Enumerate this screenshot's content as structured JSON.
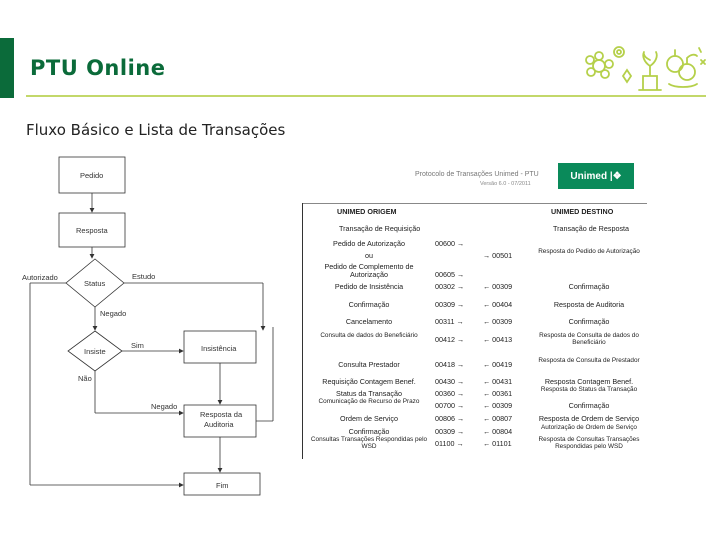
{
  "slide": {
    "title": "PTU Online",
    "subtitle": "Fluxo Básico e Lista de Transações"
  },
  "colors": {
    "accent": "#0b6b3a",
    "rule": "#c3d86a",
    "logo": "#0a8a5a"
  },
  "flowchart": {
    "pedido": "Pedido",
    "resposta": "Resposta",
    "status": "Status",
    "autorizado": "Autorizado",
    "estudo": "Estudo",
    "negado": "Negado",
    "insiste": "Insiste",
    "sim": "Sim",
    "insistencia": "Insistência",
    "nao": "Não",
    "negado2": "Negado",
    "resposta_auditoria_1": "Resposta da",
    "resposta_auditoria_2": "Auditoria",
    "fim": "Fim"
  },
  "document": {
    "title": "Protocolo de Transações Unimed - PTU",
    "version": "Versão 6.0 - 07/2011",
    "logo_text": "Unimed"
  },
  "transactions": {
    "origin_header": "UNIMED ORIGEM",
    "dest_header": "UNIMED DESTINO",
    "origin_sub": "Transação de Requisição",
    "dest_sub": "Transação de Resposta",
    "rows": [
      {
        "req": "Pedido de Autorização",
        "code_req": "00600 →",
        "code_resp": "",
        "resp": ""
      },
      {
        "req": "ou",
        "code_req": "",
        "code_resp": "→ 00501",
        "resp": "Resposta do Pedido de Autorização"
      },
      {
        "req": "Pedido de Complemento de",
        "code_req": "",
        "code_resp": "",
        "resp": ""
      },
      {
        "req": "Autorização",
        "code_req": "00605 →",
        "code_resp": "",
        "resp": ""
      },
      {
        "req": "Pedido de Insistência",
        "code_req": "00302 →",
        "code_resp": "← 00309",
        "resp": "Confirmação"
      },
      {
        "req": "Confirmação",
        "code_req": "00309 →",
        "code_resp": "← 00404",
        "resp": "Resposta de Auditoria"
      },
      {
        "req": "Cancelamento",
        "code_req": "00311 →",
        "code_resp": "← 00309",
        "resp": "Confirmação"
      },
      {
        "req": "Consulta de dados do Beneficiário",
        "code_req": "00412 →",
        "code_resp": "← 00413",
        "resp": "Resposta de Consulta de dados do Beneficiário"
      },
      {
        "req": "Consulta Prestador",
        "code_req": "00418 →",
        "code_resp": "← 00419",
        "resp": "Resposta de Consulta de Prestador"
      },
      {
        "req": "Requisição Contagem Benef.",
        "code_req": "00430 →",
        "code_resp": "← 00431",
        "resp": "Resposta Contagem Benef."
      },
      {
        "req": "Status da Transação",
        "code_req": "00360 →",
        "code_resp": "← 00361",
        "resp": "Resposta do Status da Transação"
      },
      {
        "req": "Comunicação de Recurso de Prazo",
        "code_req": "00700 →",
        "code_resp": "← 00309",
        "resp": "Confirmação"
      },
      {
        "req": "Ordem de Serviço",
        "code_req": "00806 →",
        "code_resp": "← 00807",
        "resp": "Resposta de Ordem de Serviço"
      },
      {
        "req": "Confirmação",
        "code_req": "00309 →",
        "code_resp": "← 00804",
        "resp": "Autorização de Ordem de Serviço"
      },
      {
        "req": "Consultas Transações Respondidas pelo WSD",
        "code_req": "01100 →",
        "code_resp": "← 01101",
        "resp": "Resposta de Consultas Transações Respondidas pelo WSD"
      }
    ]
  }
}
